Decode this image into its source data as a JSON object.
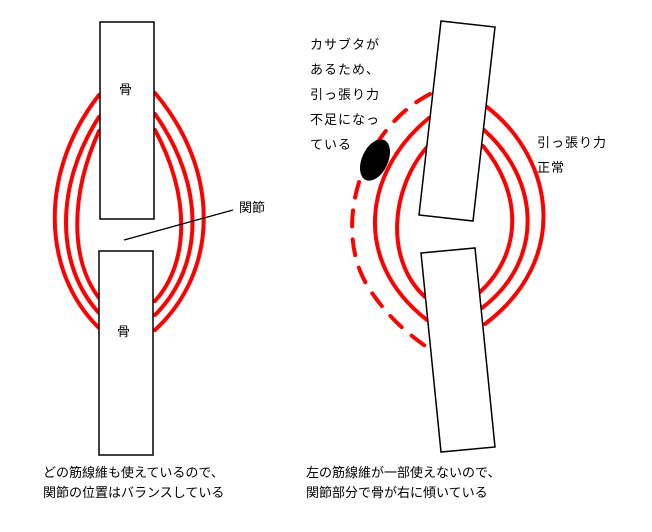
{
  "left_panel": {
    "bone_top_label": "骨",
    "bone_bottom_label": "骨",
    "joint_label": "関節",
    "caption_line1": "どの筋線維も使えているので、",
    "caption_line2": "関節の位置はバランスしている"
  },
  "right_panel": {
    "scab_note": "カサブタが\nあるため、\n引っ張り力\n不足になっ\nている",
    "normal_note": "引っ張り力\n正常",
    "caption_line1": "左の筋線維が一部使えないので、",
    "caption_line2": "関節部分で骨が右に傾いている"
  },
  "colors": {
    "muscle_fiber": "#ff0000",
    "bone_outline": "#000000",
    "scab": "#000000",
    "background": "#ffffff"
  }
}
